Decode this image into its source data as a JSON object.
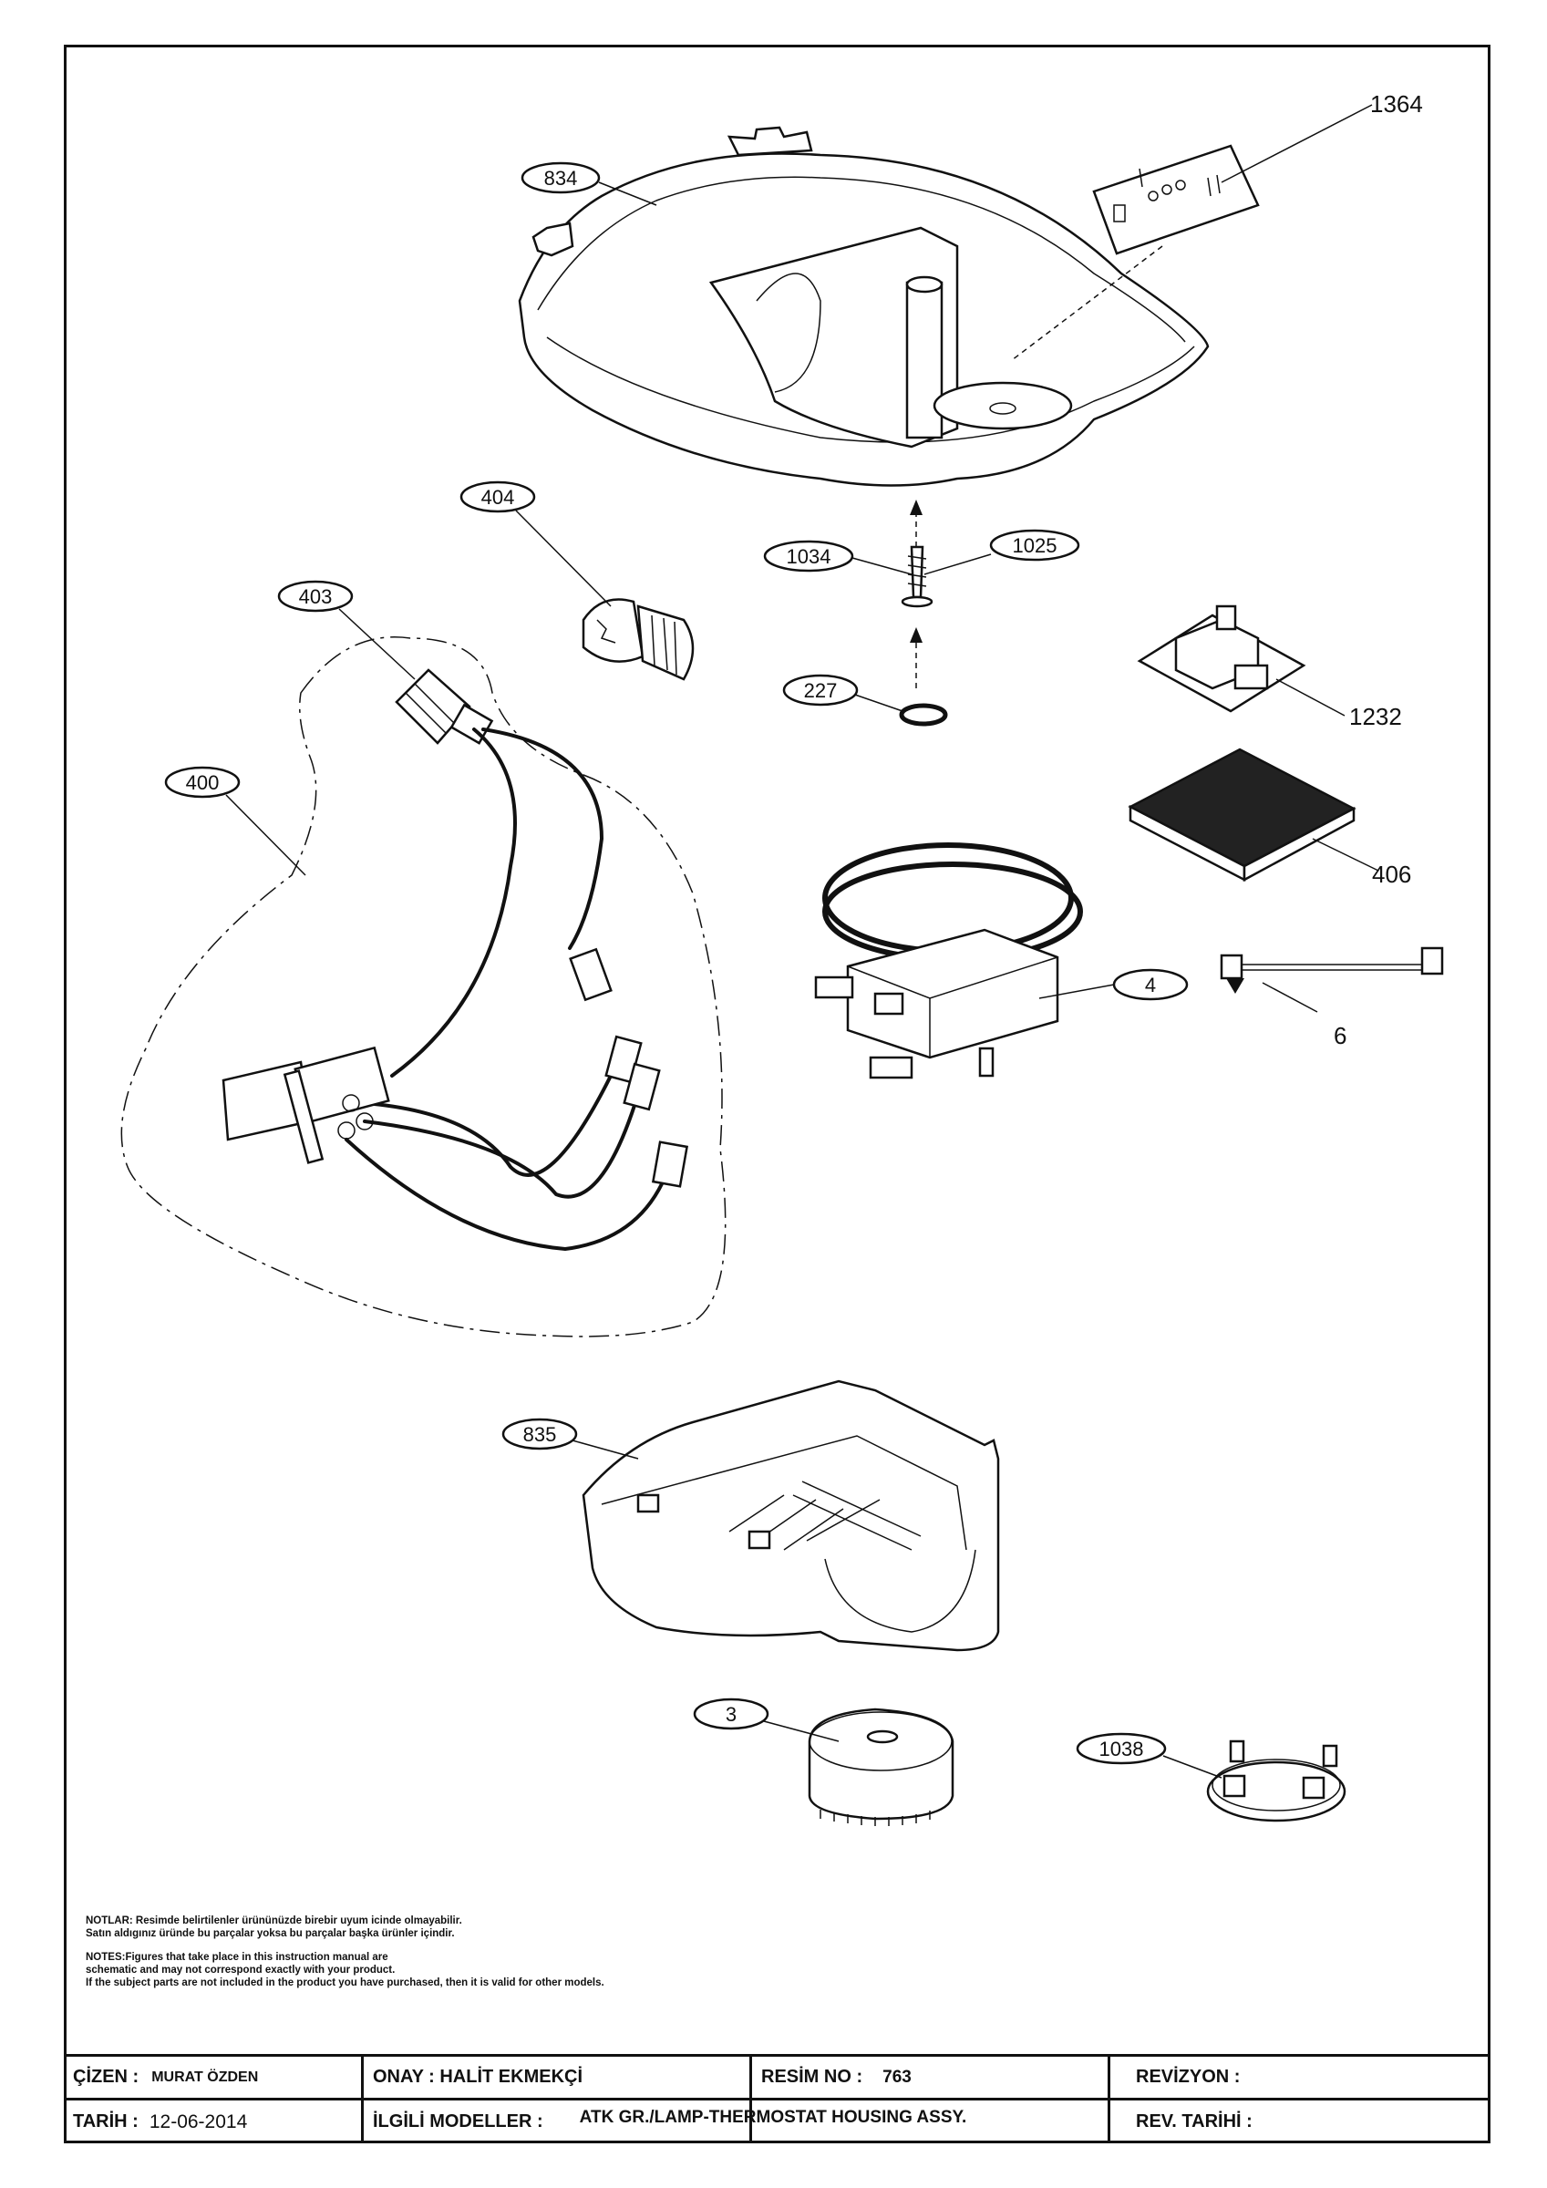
{
  "callouts": {
    "p834": "834",
    "p1364": "1364",
    "p404": "404",
    "p1034": "1034",
    "p1025": "1025",
    "p403": "403",
    "p227": "227",
    "p1232": "1232",
    "p400": "400",
    "p406": "406",
    "p4": "4",
    "p6": "6",
    "p835": "835",
    "p3": "3",
    "p1038": "1038"
  },
  "notes": {
    "tr_line1": "NOTLAR: Resimde belirtilenler ürününüzde birebir  uyum icinde olmayabilir.",
    "tr_line2": "Satın aldıgınız üründe bu parçalar yoksa bu parçalar başka ürünler içindir.",
    "en_line1": "NOTES:Figures that take place in this instruction manual are",
    "en_line2": "schematic  and may not correspond exactly with your product.",
    "en_line3": "If the subject parts are not included in the product you have purchased, then it is valid for other models."
  },
  "titleblock": {
    "cizen_label": "ÇİZEN :",
    "cizen_value": "MURAT ÖZDEN",
    "onay_label": "ONAY : HALİT EKMEKÇİ",
    "resim_label": "RESİM NO :",
    "resim_value": "763",
    "revizyon_label": "REVİZYON :",
    "tarih_label": "TARİH :",
    "tarih_value": "12-06-2014",
    "modeller_label": "İLGİLİ MODELLER :",
    "modeller_value": "ATK GR./LAMP-THERMOSTAT HOUSING ASSY.",
    "revtarih_label": "REV. TARİHİ :"
  }
}
